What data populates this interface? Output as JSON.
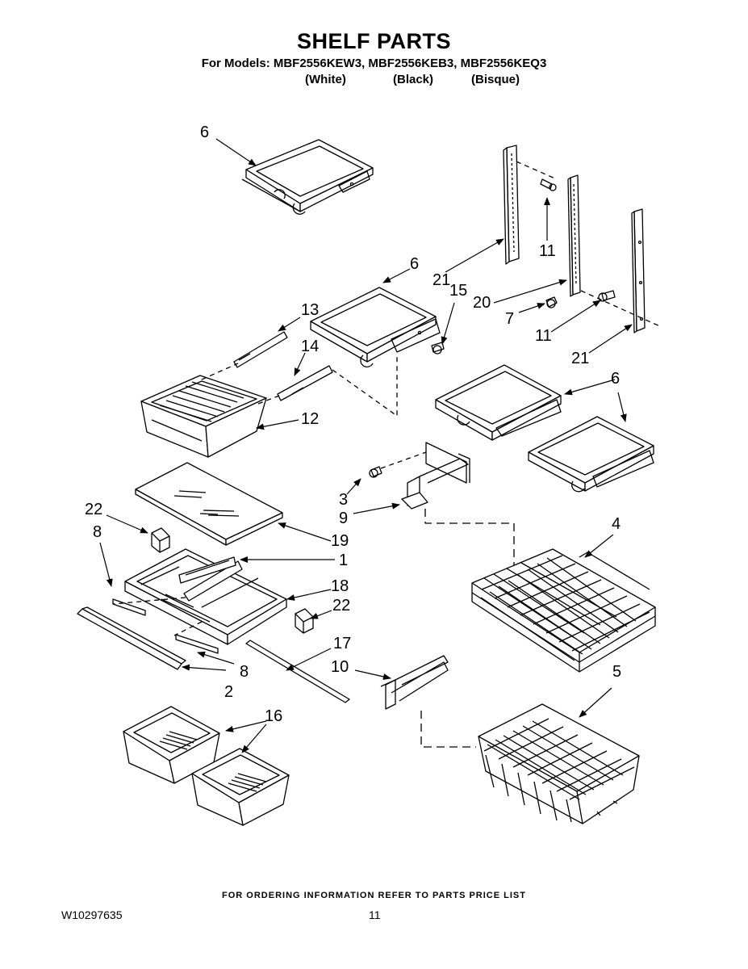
{
  "header": {
    "title": "SHELF PARTS",
    "models": "For Models: MBF2556KEW3, MBF2556KEB3, MBF2556KEQ3",
    "colors": [
      "(White)",
      "(Black)",
      "(Bisque)"
    ]
  },
  "callouts": {
    "c6a": "6",
    "c6b": "6",
    "c6c": "6",
    "c6d": "6",
    "c21a": "21",
    "c21b": "21",
    "c11a": "11",
    "c11b": "11",
    "c15": "15",
    "c20": "20",
    "c7": "7",
    "c13": "13",
    "c14": "14",
    "c12": "12",
    "c3": "3",
    "c9": "9",
    "c4": "4",
    "c22a": "22",
    "c22b": "22",
    "c8a": "8",
    "c8b": "8",
    "c19": "19",
    "c1": "1",
    "c18": "18",
    "c17": "17",
    "c10": "10",
    "c2": "2",
    "c5": "5",
    "c16": "16"
  },
  "footer": {
    "note": "FOR ORDERING INFORMATION REFER TO PARTS PRICE LIST",
    "doc_number": "W10297635",
    "page_number": "11"
  }
}
